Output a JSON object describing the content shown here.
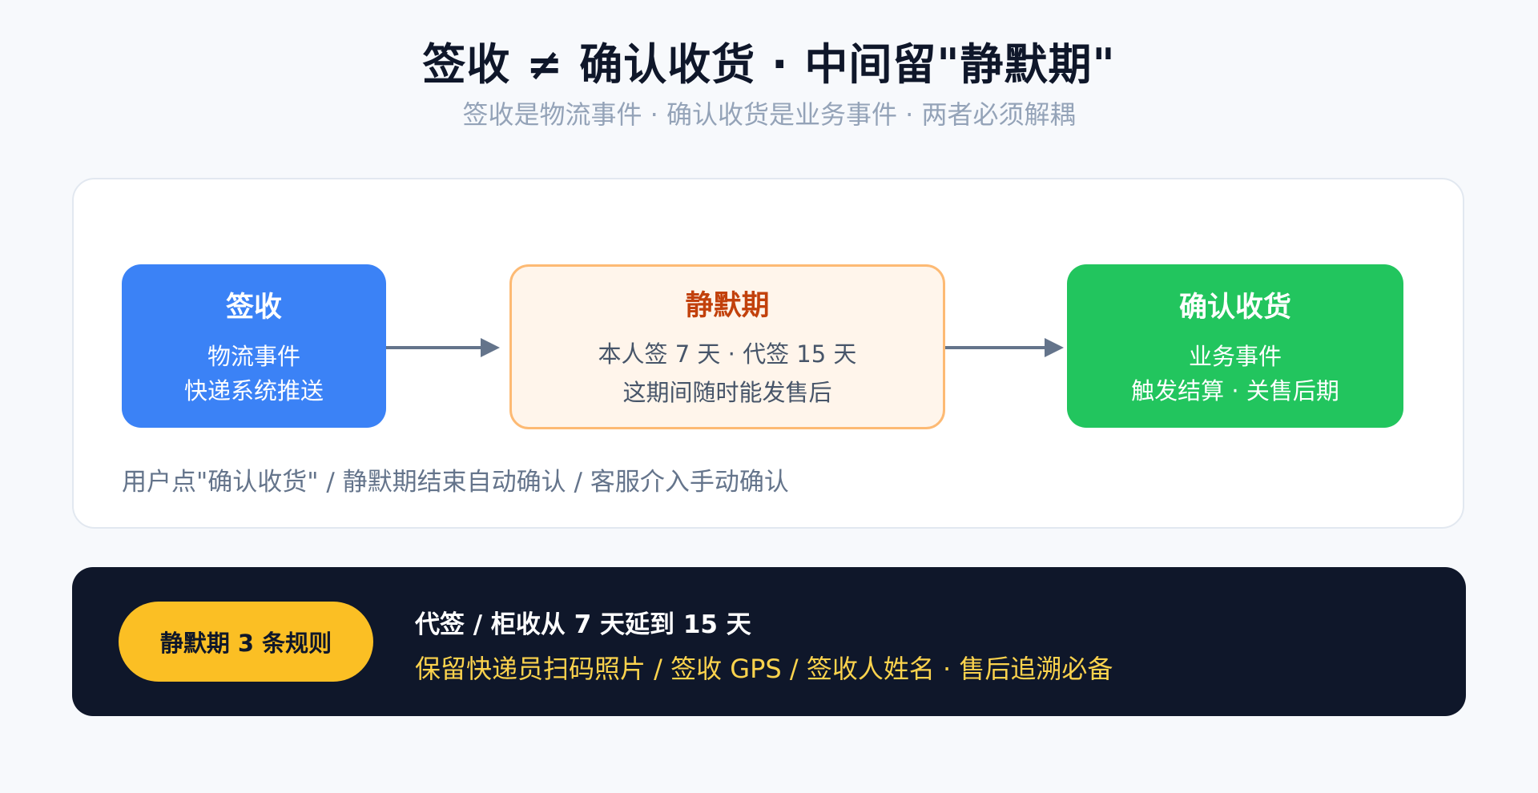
{
  "header": {
    "title": "签收 ≠ 确认收货 · 中间留\"静默期\"",
    "subtitle": "签收是物流事件 · 确认收货是业务事件 · 两者必须解耦"
  },
  "flow": {
    "nodes": [
      {
        "title": "签收",
        "lines": [
          "物流事件",
          "快递系统推送"
        ]
      },
      {
        "title": "静默期",
        "lines": [
          "本人签 7 天 · 代签 15 天",
          "这期间随时能发售后"
        ]
      },
      {
        "title": "确认收货",
        "lines": [
          "业务事件",
          "触发结算 · 关售后期"
        ]
      }
    ],
    "note": "用户点\"确认收货\" / 静默期结束自动确认 / 客服介入手动确认"
  },
  "rules": {
    "badge": "静默期 3 条规则",
    "line1": "代签 / 柜收从 7 天延到 15 天",
    "line2": "保留快递员扫码照片 / 签收 GPS / 签收人姓名 · 售后追溯必备"
  },
  "colors": {
    "sign": "#3b82f6",
    "silent_bg": "#fff5eb",
    "silent_border": "#fdba74",
    "silent_title": "#c2410c",
    "confirm": "#22c55e",
    "arrow": "#64748b",
    "rules_bg": "#0f172a",
    "rules_badge": "#fbbf24",
    "rules_highlight": "#fcd34d"
  }
}
